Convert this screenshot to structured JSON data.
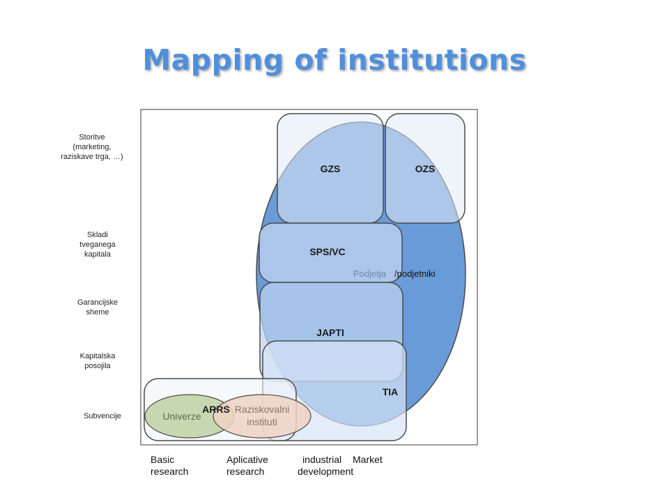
{
  "title": "Mapping of institutions",
  "rows": [
    {
      "label_lines": [
        "Storitve",
        "(marketing,",
        "raziskave trga, …)"
      ]
    },
    {
      "label_lines": [
        "Skladi",
        "tveganega",
        "kapitala"
      ]
    },
    {
      "label_lines": [
        "Garancijske",
        "sheme"
      ]
    },
    {
      "label_lines": [
        "Kapitalska",
        "posojila"
      ]
    },
    {
      "label_lines": [
        "Subvencije"
      ]
    }
  ],
  "columns": [
    {
      "label_lines": [
        "Basic",
        "research"
      ]
    },
    {
      "label_lines": [
        "Aplicative",
        "research"
      ]
    },
    {
      "label_lines": [
        "industrial",
        "development"
      ]
    },
    {
      "label_lines": [
        "Market"
      ]
    }
  ],
  "shapes": {
    "gzs": "GZS",
    "ozs": "OZS",
    "sps_vc": "SPS/VC",
    "podjetja_a": "Podjetja",
    "podjetja_b": "/podjetniki",
    "japti": "JAPTI",
    "tia": "TIA",
    "arrs": "ARRS",
    "univerze": "Univerze",
    "raziskovalni_1": "Raziskovalni",
    "raziskovalni_2": "instituti"
  },
  "colors": {
    "title": "#4f8fdc",
    "ellipse_fill": "#6a9bd9",
    "box_fill": "#b4cbea",
    "univerze_fill": "#c4d6ad",
    "instituti_fill": "#efd3c3"
  }
}
